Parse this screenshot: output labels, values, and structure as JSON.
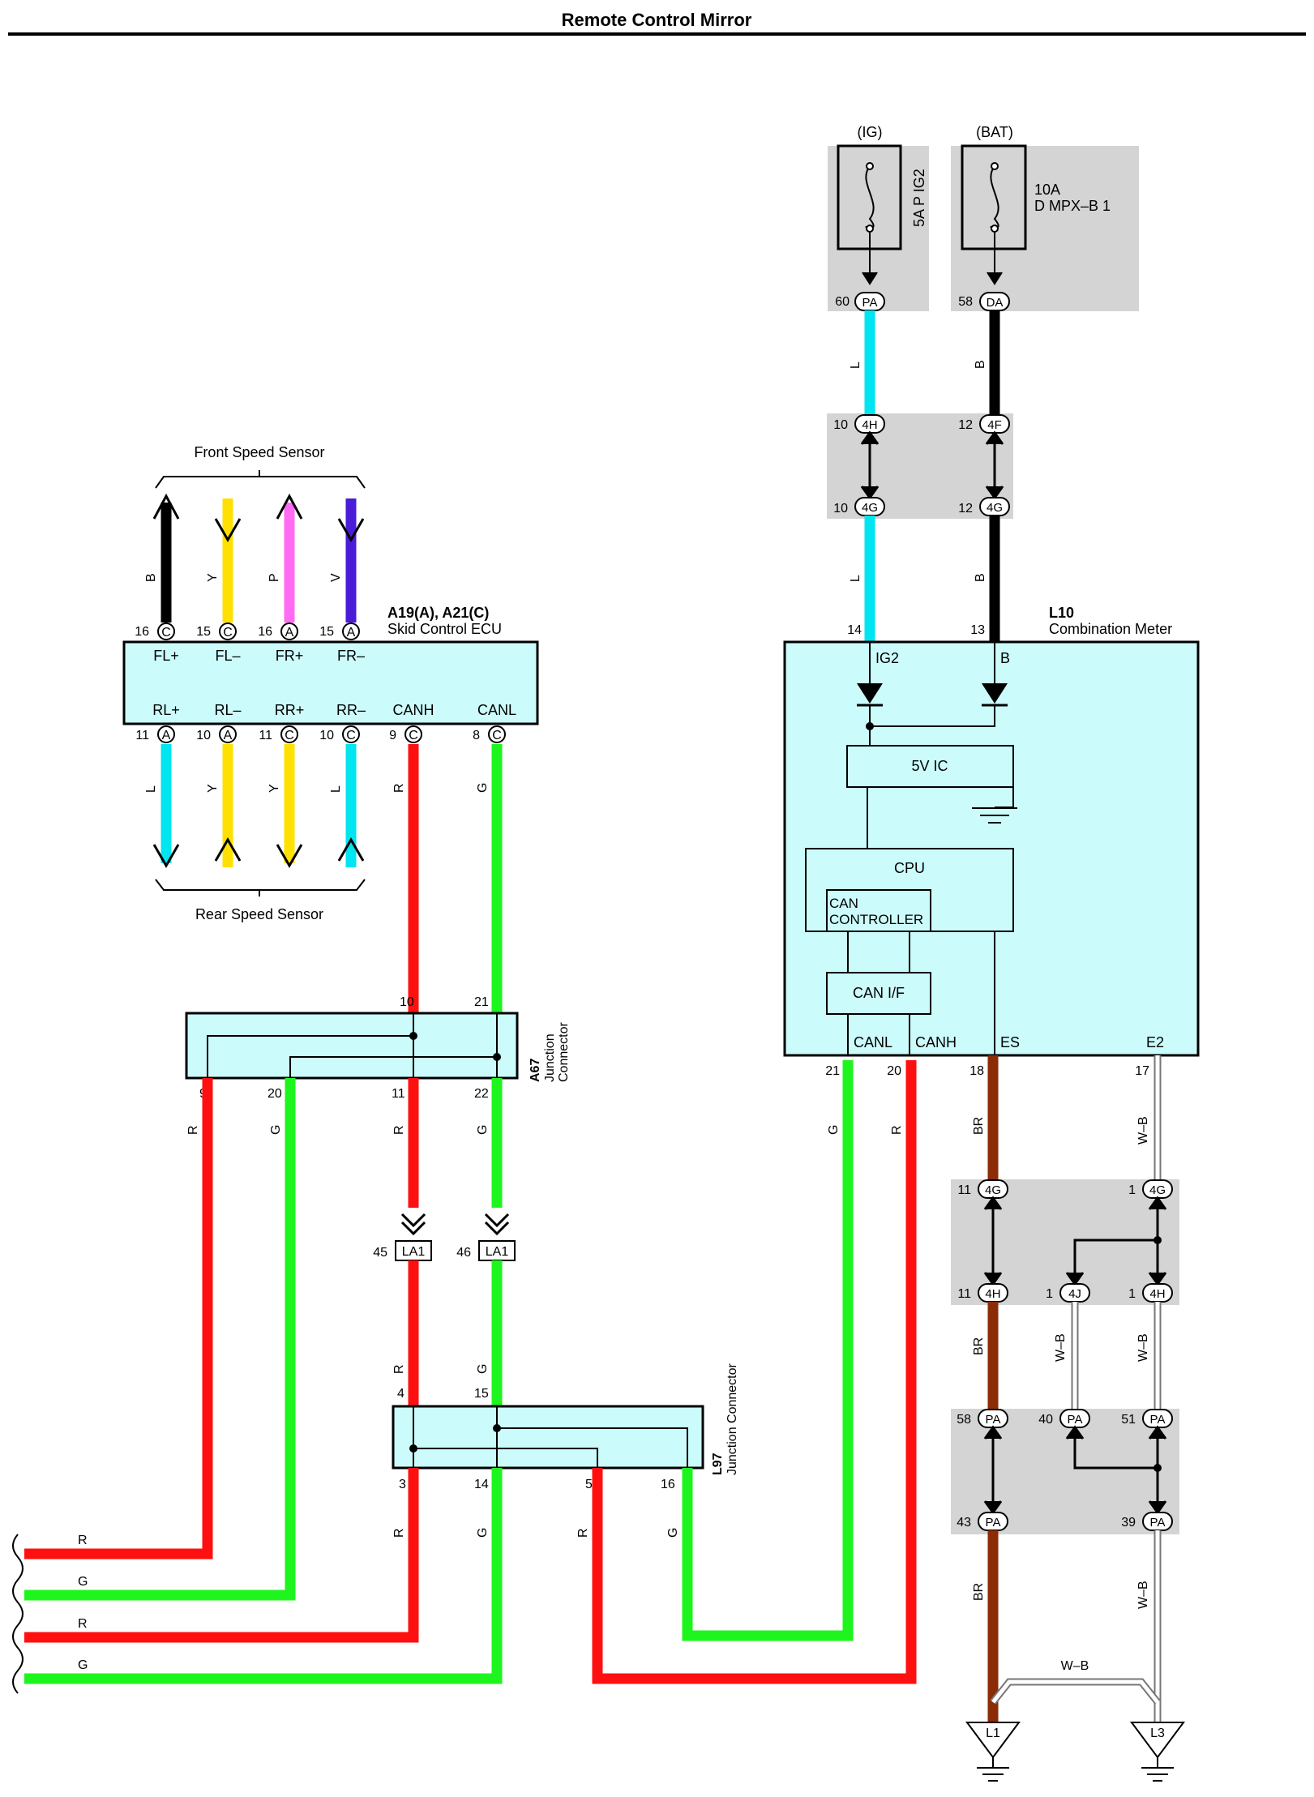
{
  "title": "Remote Control Mirror",
  "colors": {
    "wire_L": "#00e5f0",
    "wire_B": "#000000",
    "wire_Y": "#ffe000",
    "wire_P": "#ff6bf2",
    "wire_V": "#4a1bd8",
    "wire_R": "#ff1010",
    "wire_G": "#1ef51e",
    "wire_BR": "#8b2c06",
    "wire_WB": "#9e9e9e",
    "component_fill": "#ccfbfb",
    "shade": "#d4d4d4"
  },
  "skid_ecu": {
    "label": "A19(A), A21(C)",
    "name": "Skid Control ECU",
    "top_pins": [
      {
        "num": "16",
        "conn": "C",
        "label": "FL+",
        "wire": "B"
      },
      {
        "num": "15",
        "conn": "C",
        "label": "FL–",
        "wire": "Y"
      },
      {
        "num": "16",
        "conn": "A",
        "label": "FR+",
        "wire": "P"
      },
      {
        "num": "15",
        "conn": "A",
        "label": "FR–",
        "wire": "V"
      }
    ],
    "bottom_pins": [
      {
        "num": "11",
        "conn": "A",
        "label": "RL+",
        "wire": "L"
      },
      {
        "num": "10",
        "conn": "A",
        "label": "RL–",
        "wire": "Y"
      },
      {
        "num": "11",
        "conn": "C",
        "label": "RR+",
        "wire": "Y"
      },
      {
        "num": "10",
        "conn": "C",
        "label": "RR–",
        "wire": "L"
      },
      {
        "num": "9",
        "conn": "C",
        "label": "CANH",
        "wire": "R"
      },
      {
        "num": "8",
        "conn": "C",
        "label": "CANL",
        "wire": "G"
      }
    ],
    "front_sensor": "Front Speed Sensor",
    "rear_sensor": "Rear Speed Sensor"
  },
  "a67": {
    "code": "A67",
    "line1": "Junction",
    "line2": "Connector",
    "top_pins": [
      "10",
      "21"
    ],
    "bottom_pins": [
      "9",
      "20",
      "11",
      "22"
    ],
    "wires": [
      "R",
      "G",
      "R",
      "G"
    ]
  },
  "la1": [
    {
      "num": "45",
      "conn": "LA1"
    },
    {
      "num": "46",
      "conn": "LA1"
    }
  ],
  "la1_wires": [
    "R",
    "G"
  ],
  "l97": {
    "code": "L97",
    "name": "Junction Connector",
    "top_pins": [
      "4",
      "15"
    ],
    "bottom_pins": [
      "3",
      "14",
      "5",
      "16"
    ],
    "wires": [
      "R",
      "G",
      "R",
      "G"
    ]
  },
  "left_wires": [
    "R",
    "G",
    "R",
    "G"
  ],
  "fuses": {
    "ig": {
      "source": "(IG)",
      "label": "5A P IG2",
      "pin_num": "60",
      "pin_conn": "PA",
      "wire": "L"
    },
    "bat": {
      "source": "(BAT)",
      "amp": "10A",
      "name": "D MPX–B 1",
      "pin_num": "58",
      "pin_conn": "DA",
      "wire": "B"
    }
  },
  "junction_4h_4g": {
    "ig_top": {
      "num": "10",
      "conn": "4H"
    },
    "ig_bot": {
      "num": "10",
      "conn": "4G"
    },
    "bat_top": {
      "num": "12",
      "conn": "4F"
    },
    "bat_bot": {
      "num": "12",
      "conn": "4G"
    },
    "ig_wire": "L",
    "bat_wire": "B"
  },
  "meter": {
    "label": "L10",
    "name": "Combination Meter",
    "in_pins": [
      {
        "num": "14",
        "label": "IG2"
      },
      {
        "num": "13",
        "label": "B"
      }
    ],
    "ic": "5V IC",
    "cpu": "CPU",
    "can_ctrl_1": "CAN",
    "can_ctrl_2": "CONTROLLER",
    "can_if": "CAN I/F",
    "out_pins": [
      {
        "num": "21",
        "label": "CANL",
        "wire": "G"
      },
      {
        "num": "20",
        "label": "CANH",
        "wire": "R"
      },
      {
        "num": "18",
        "label": "ES",
        "wire": "BR"
      },
      {
        "num": "17",
        "label": "E2",
        "wire": "W–B"
      }
    ]
  },
  "ground_network": {
    "c1": [
      {
        "num": "11",
        "conn": "4G"
      },
      {
        "num": "1",
        "conn": "4G"
      }
    ],
    "c2": [
      {
        "num": "11",
        "conn": "4H"
      },
      {
        "num": "1",
        "conn": "4J"
      },
      {
        "num": "1",
        "conn": "4H"
      }
    ],
    "c3": [
      {
        "num": "58",
        "conn": "PA"
      },
      {
        "num": "40",
        "conn": "PA"
      },
      {
        "num": "51",
        "conn": "PA"
      }
    ],
    "c4": [
      {
        "num": "43",
        "conn": "PA"
      },
      {
        "num": "39",
        "conn": "PA"
      }
    ],
    "wire_labels": {
      "br": "BR",
      "wb": "W–B"
    },
    "grounds": [
      "L1",
      "L3"
    ]
  }
}
